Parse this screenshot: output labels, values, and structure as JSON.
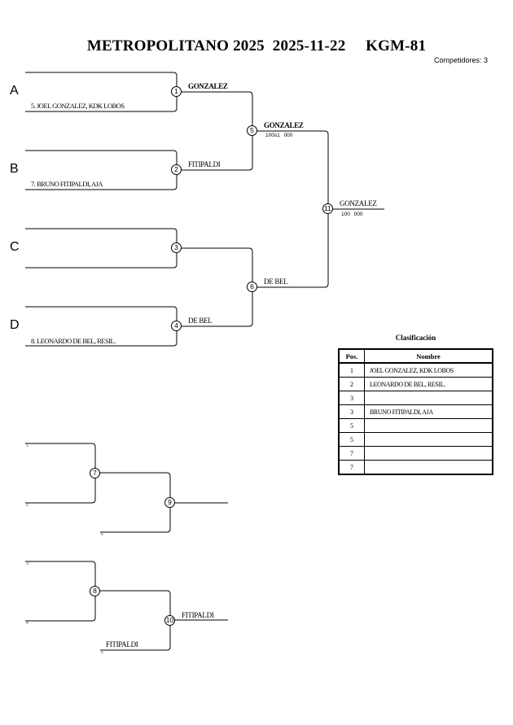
{
  "header": {
    "event": "METROPOLITANO 2025",
    "date": "2025-11-22",
    "category": "KGM-81",
    "competitors_label": "Competidores: 3"
  },
  "pools": [
    "A",
    "B",
    "C",
    "D"
  ],
  "main_bracket": {
    "entries": [
      "5. JOEL GONZALEZ, KDK LOBOS",
      "7. BRUNO FITIPALDI, AJA",
      "",
      "8. LEONARDO DE BEL, RESIL."
    ],
    "matches": [
      "1",
      "2",
      "3",
      "4",
      "5",
      "6",
      "11"
    ],
    "winners": {
      "m1": "GONZALEZ",
      "m2": "FITIPALDI",
      "m4": "DE BEL",
      "m5": "GONZALEZ",
      "m6": "DE BEL",
      "m11": "GONZALEZ"
    },
    "scores": {
      "m5": "100s1 000",
      "m11": "100 000"
    }
  },
  "repechage": {
    "matches": [
      "7",
      "8",
      "9",
      "10"
    ],
    "small_labels": [
      "1",
      "2",
      "6",
      "3",
      "4",
      "5"
    ],
    "names": {
      "m10_entry": "FITIPALDI",
      "m10_winner": "FITIPALDI"
    }
  },
  "classification": {
    "title": "Clasificación",
    "headers": {
      "pos": "Pos.",
      "name": "Nombre"
    },
    "rows": [
      {
        "pos": "1",
        "name": "JOEL GONZALEZ, KDK LOBOS"
      },
      {
        "pos": "2",
        "name": "LEONARDO DE BEL, RESIL."
      },
      {
        "pos": "3",
        "name": ""
      },
      {
        "pos": "3",
        "name": "BRUNO FITIPALDI, AJA"
      },
      {
        "pos": "5",
        "name": ""
      },
      {
        "pos": "5",
        "name": ""
      },
      {
        "pos": "7",
        "name": ""
      },
      {
        "pos": "7",
        "name": ""
      }
    ]
  }
}
